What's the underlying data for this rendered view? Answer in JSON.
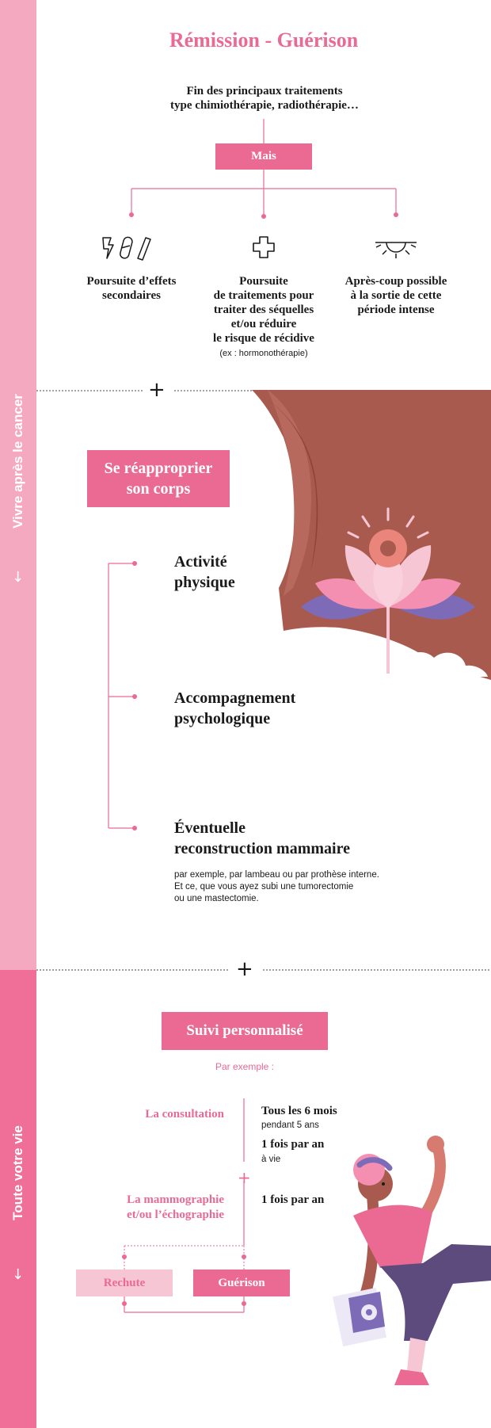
{
  "sidebar": {
    "top_label": "Vivre après le cancer",
    "bottom_label": "Toute votre vie",
    "top_color": "#f5a9c0",
    "bottom_color": "#ef6f98"
  },
  "header": {
    "title": "Rémission - Guérison",
    "subtitle_line1": "Fin des principaux traitements",
    "subtitle_line2": "type chimiothérapie, radiothérapie…",
    "mais": "Mais"
  },
  "branches": [
    {
      "icon": "pills-icon",
      "lines": [
        "Poursuite d’effets",
        "secondaires"
      ]
    },
    {
      "icon": "medical-cross-icon",
      "lines": [
        "Poursuite",
        "de traitements pour",
        "traiter des séquelles",
        "et/ou réduire",
        "le risque de récidive"
      ],
      "note": "(ex : hormonothérapie)"
    },
    {
      "icon": "sunrise-icon",
      "lines": [
        "Après-coup possible",
        "à la sortie de cette",
        "période intense"
      ]
    }
  ],
  "separator_symbol": "+",
  "body_section": {
    "box_line1": "Se réapproprier",
    "box_line2": "son corps",
    "items": [
      {
        "line1": "Activité",
        "line2": "physique"
      },
      {
        "line1": "Accompagnement",
        "line2": "psychologique"
      },
      {
        "line1": "Éventuelle",
        "line2": "reconstruction mammaire",
        "note1": "par exemple, par lambeau ou par prothèse interne.",
        "note2": "Et ce, que vous ayez subi une tumorectomie",
        "note3": "ou une mastectomie."
      }
    ]
  },
  "suivi": {
    "box": "Suivi personnalisé",
    "example": "Par exemple :",
    "consultation": "La consultation",
    "c_freq1": "Tous les 6 mois",
    "c_freq1_sub": "pendant 5 ans",
    "c_freq2": "1 fois par an",
    "c_freq2_sub": "à vie",
    "plus": "+",
    "mammo_line1": "La mammographie",
    "mammo_line2": "et/ou l’échographie",
    "m_freq": "1 fois par an",
    "rechute": "Rechute",
    "guerison": "Guérison"
  },
  "colors": {
    "accent": "#ea6a93",
    "light_pink": "#f7c6d5",
    "skin_brown": "#a95a4e",
    "purple": "#7d6bb8"
  }
}
